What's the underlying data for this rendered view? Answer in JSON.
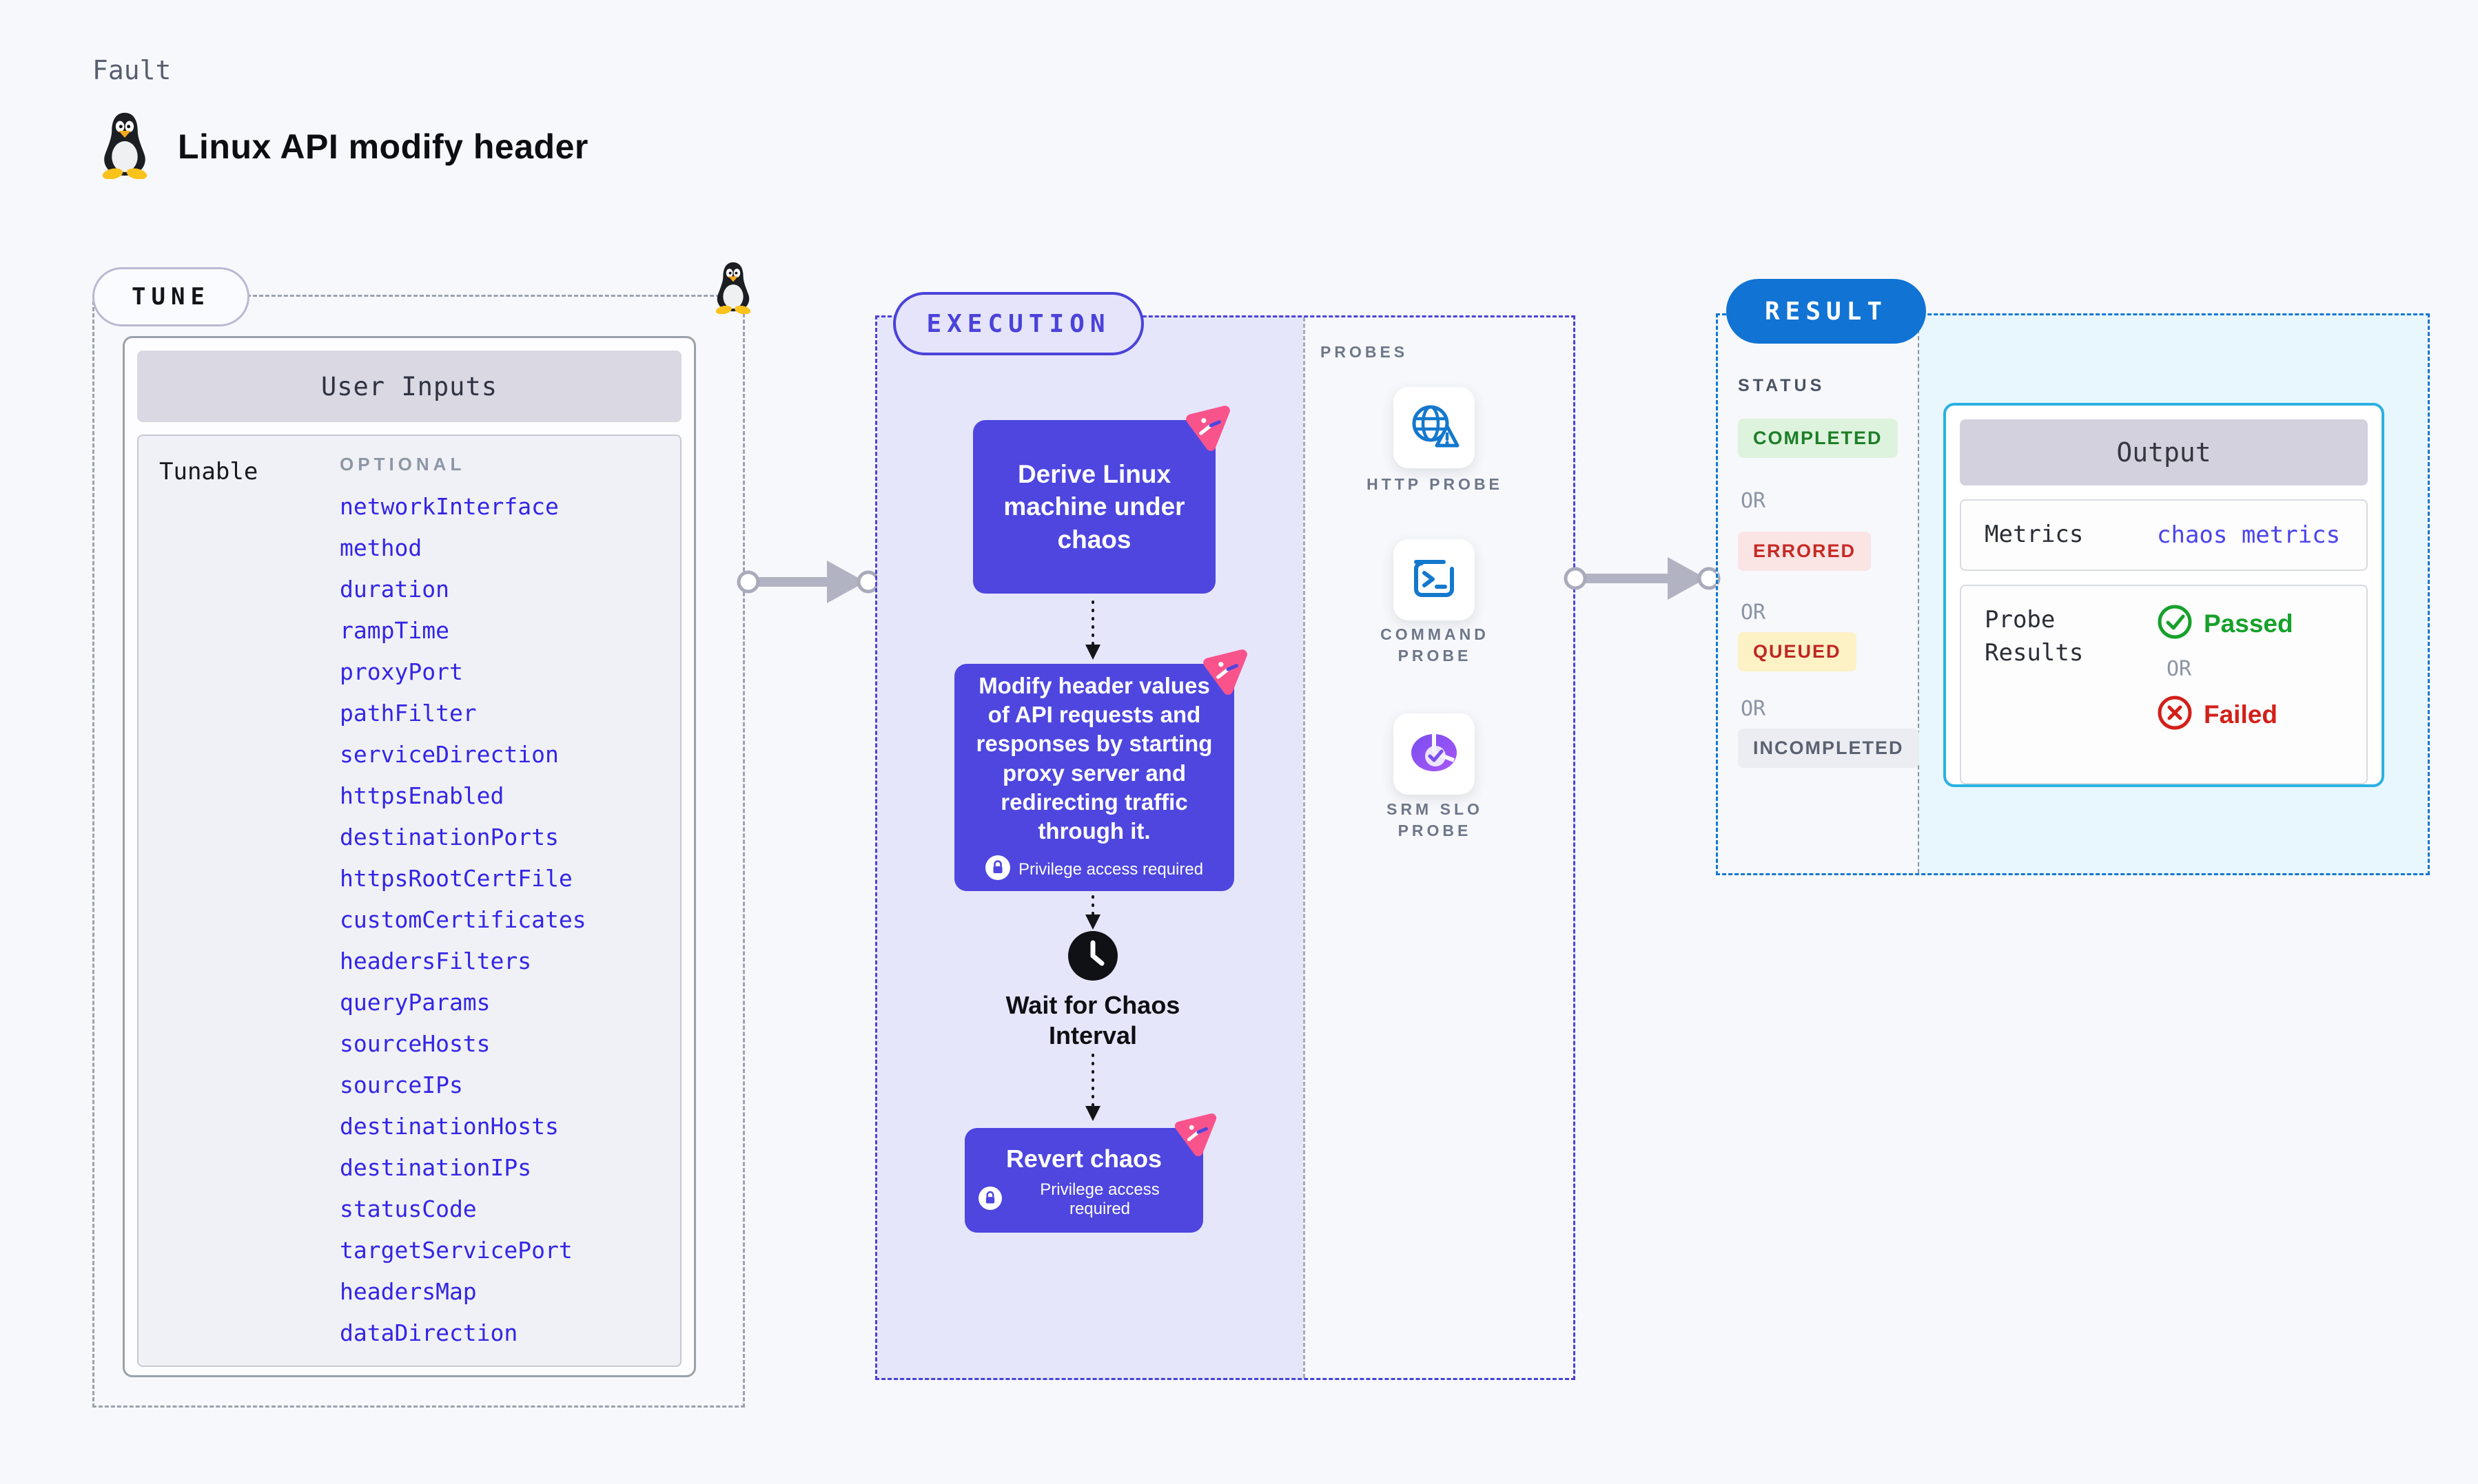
{
  "page": {
    "kind": "Fault",
    "title": "Linux API modify header"
  },
  "tune": {
    "pill": "TUNE",
    "table_title": "User Inputs",
    "row_label": "Tunable",
    "group_label": "OPTIONAL",
    "tunables": [
      "networkInterface",
      "method",
      "duration",
      "rampTime",
      "proxyPort",
      "pathFilter",
      "serviceDirection",
      "httpsEnabled",
      "destinationPorts",
      "httpsRootCertFile",
      "customCertificates",
      "headersFilters",
      "queryParams",
      "sourceHosts",
      "sourceIPs",
      "destinationHosts",
      "destinationIPs",
      "statusCode",
      "targetServicePort",
      "headersMap",
      "dataDirection"
    ]
  },
  "execution": {
    "pill": "EXECUTION",
    "privilege_label": "Privilege access required",
    "steps": [
      {
        "text": "Derive Linux machine under chaos"
      },
      {
        "text": "Modify header values of API requests and responses by starting proxy server and redirecting traffic through it."
      },
      {
        "text": "Wait for Chaos Interval"
      },
      {
        "text": "Revert chaos"
      }
    ],
    "probes": {
      "heading": "PROBES",
      "items": [
        {
          "label": "HTTP PROBE",
          "icon": "http-probe-icon"
        },
        {
          "label": "COMMAND PROBE",
          "icon": "command-probe-icon"
        },
        {
          "label": "SRM SLO PROBE",
          "icon": "srm-slo-probe-icon"
        }
      ]
    }
  },
  "result": {
    "pill": "RESULT",
    "status_heading": "STATUS",
    "or_label": "OR",
    "statuses": [
      {
        "label": "COMPLETED",
        "fg": "#1d7e27",
        "bg": "#def3dd"
      },
      {
        "label": "ERRORED",
        "fg": "#c62a25",
        "bg": "#fbe4e4"
      },
      {
        "label": "QUEUED",
        "fg": "#bf2723",
        "bg": "#fdf1c6"
      },
      {
        "label": "INCOMPLETED",
        "fg": "#5a6170",
        "bg": "#ebedf3"
      }
    ],
    "output": {
      "title": "Output",
      "metrics_label": "Metrics",
      "metrics_link": "chaos metrics",
      "probe_results_label": "Probe Results",
      "passed_label": "Passed",
      "failed_label": "Failed"
    }
  },
  "colors": {
    "accent_indigo": "#4a42d9",
    "step_box": "#4e46df",
    "result_blue": "#1173d4",
    "output_border": "#2bb1e2",
    "link_blue": "#3425e5",
    "chaos_pink": "#f9538c",
    "probe_icon_blue": "#1478cd"
  }
}
